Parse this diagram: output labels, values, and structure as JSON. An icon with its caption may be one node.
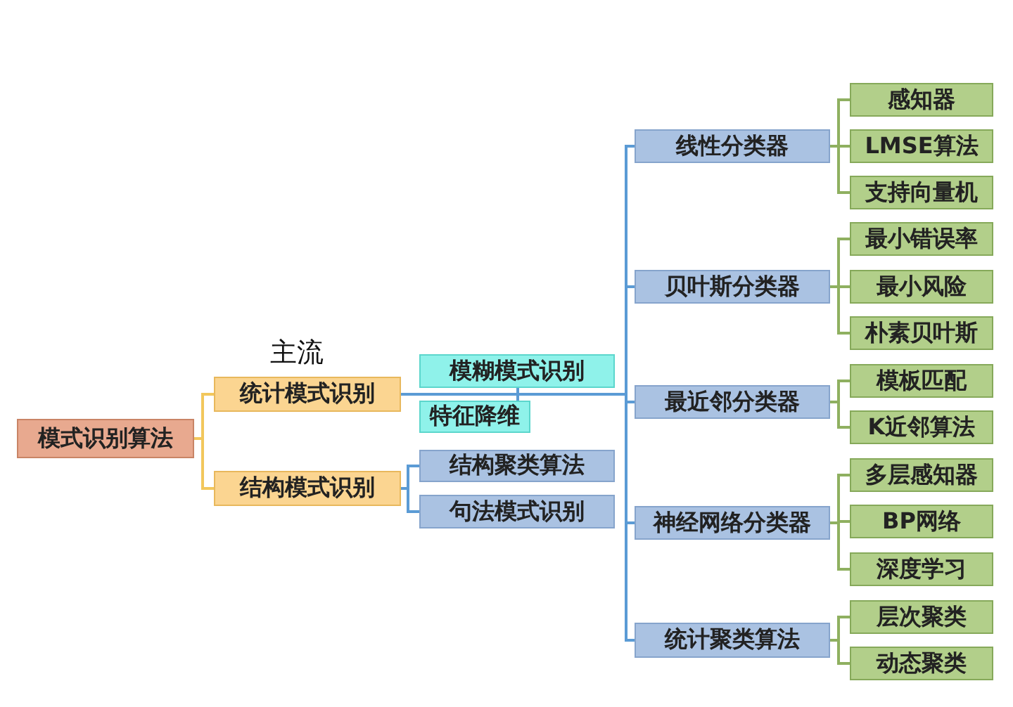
{
  "diagram": {
    "nodes": [
      {
        "text": [
          "模式识别算法"
        ]
      },
      {
        "text": [
          "统计模式识别"
        ],
        "beside": [
          "主流"
        ]
      },
      {
        "text": [
          "结构模式识别"
        ]
      },
      {
        "text": [
          "模糊模式识别"
        ]
      },
      {
        "text": [
          "特征降维"
        ]
      },
      {
        "text": [
          "结构聚类算法"
        ]
      },
      {
        "text": [
          "句法模式识别"
        ]
      },
      {
        "text": [
          "线性分类器"
        ]
      },
      {
        "text": [
          "贝叶斯分类器"
        ]
      },
      {
        "text": [
          "最近邻分类器"
        ]
      },
      {
        "text": [
          "神经网络分类器"
        ]
      },
      {
        "text": [
          "统计聚类算法"
        ]
      },
      {
        "text": [
          "感知器"
        ]
      },
      {
        "text": [
          "LMSE算法"
        ]
      },
      {
        "text": [
          "支持向量机"
        ]
      },
      {
        "text": [
          "最小错误率"
        ]
      },
      {
        "text": [
          "最小风险"
        ]
      },
      {
        "text": [
          "朴素贝叶斯"
        ]
      },
      {
        "text": [
          "模板匹配"
        ]
      },
      {
        "text": [
          "K近邻算法"
        ]
      },
      {
        "text": [
          "多层感知器"
        ]
      },
      {
        "text": [
          "BP网络"
        ]
      },
      {
        "text": [
          "深度学习"
        ]
      },
      {
        "text": [
          "层次聚类"
        ]
      },
      {
        "text": [
          "动态聚类"
        ]
      }
    ],
    "edges": [
      {
        "from": 0,
        "to": 1,
        "arrow": "none",
        "color": "#f2c75c"
      },
      {
        "from": 0,
        "to": 2,
        "arrow": "none",
        "color": "#f2c75c"
      },
      {
        "from": 1,
        "to": 3,
        "arrow": "none",
        "color": "#5b9bd5"
      },
      {
        "from": 1,
        "to": 4,
        "arrow": "none",
        "color": "#5b9bd5"
      },
      {
        "from": 1,
        "to": 7,
        "arrow": "none",
        "color": "#5b9bd5"
      },
      {
        "from": 1,
        "to": 8,
        "arrow": "none",
        "color": "#5b9bd5"
      },
      {
        "from": 1,
        "to": 9,
        "arrow": "none",
        "color": "#5b9bd5"
      },
      {
        "from": 1,
        "to": 10,
        "arrow": "none",
        "color": "#5b9bd5"
      },
      {
        "from": 1,
        "to": 11,
        "arrow": "none",
        "color": "#5b9bd5"
      },
      {
        "from": 2,
        "to": 5,
        "arrow": "none",
        "color": "#5b9bd5"
      },
      {
        "from": 2,
        "to": 6,
        "arrow": "none",
        "color": "#5b9bd5"
      },
      {
        "from": 7,
        "to": 12,
        "arrow": "none"
      },
      {
        "from": 7,
        "to": 13,
        "arrow": "none"
      },
      {
        "from": 7,
        "to": 14,
        "arrow": "none"
      },
      {
        "from": 8,
        "to": 15,
        "arrow": "none"
      },
      {
        "from": 8,
        "to": 16,
        "arrow": "none"
      },
      {
        "from": 8,
        "to": 17,
        "arrow": "none"
      },
      {
        "from": 9,
        "to": 18,
        "arrow": "none"
      },
      {
        "from": 9,
        "to": 19,
        "arrow": "none"
      },
      {
        "from": 10,
        "to": 20,
        "arrow": "none"
      },
      {
        "from": 10,
        "to": 21,
        "arrow": "none"
      },
      {
        "from": 10,
        "to": 22,
        "arrow": "none"
      },
      {
        "from": 11,
        "to": 23,
        "arrow": "none"
      },
      {
        "from": 11,
        "to": 24,
        "arrow": "none"
      }
    ]
  }
}
